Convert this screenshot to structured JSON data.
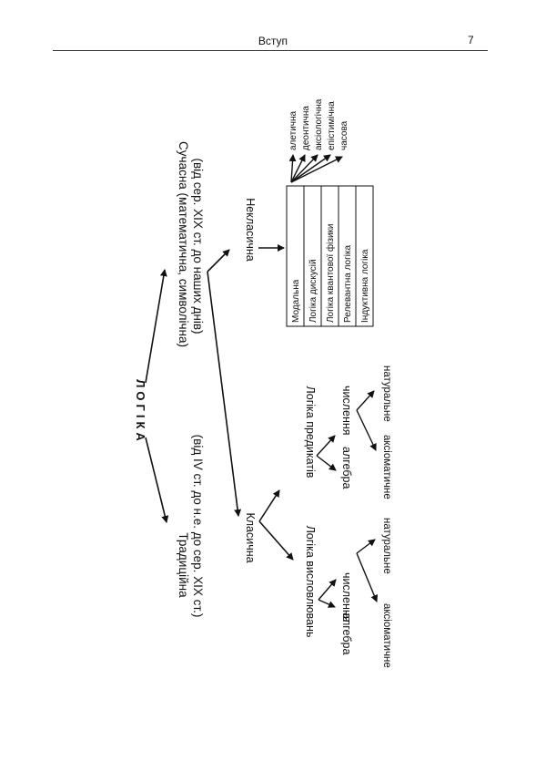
{
  "header": {
    "title": "Вступ",
    "page_number": "7"
  },
  "diagram": {
    "root": "ЛОГІКА",
    "traditional": {
      "title": "Традиційна",
      "period": "(від IV ст. до н.е. до сер. XIX ст.)"
    },
    "modern": {
      "title": "Сучасна  (математична,  символічна)",
      "period": "(від сер. XIX ст. до наших днів)"
    },
    "classical": "Класична",
    "nonclassical": "Некласична",
    "propositional": {
      "title": "Логіка   висловлювань",
      "algebra": "алгебра",
      "calculus": "числення",
      "axiomatic": "аксіоматичне",
      "natural": "натуральне"
    },
    "predicates": {
      "title": "Логіка предикатів",
      "algebra": "алгебра",
      "calculus": "числення",
      "axiomatic": "аксіоматичне",
      "natural": "натуральне"
    },
    "nonclassical_table": [
      "Модальна",
      "Логіка дискусій",
      "Логіка квантової фізики",
      "Релевантна логіка",
      "Індуктивна логіка"
    ],
    "modal_types": [
      "алетична",
      "деонтична",
      "аксіологічна",
      "епістимічна",
      "часова"
    ]
  }
}
